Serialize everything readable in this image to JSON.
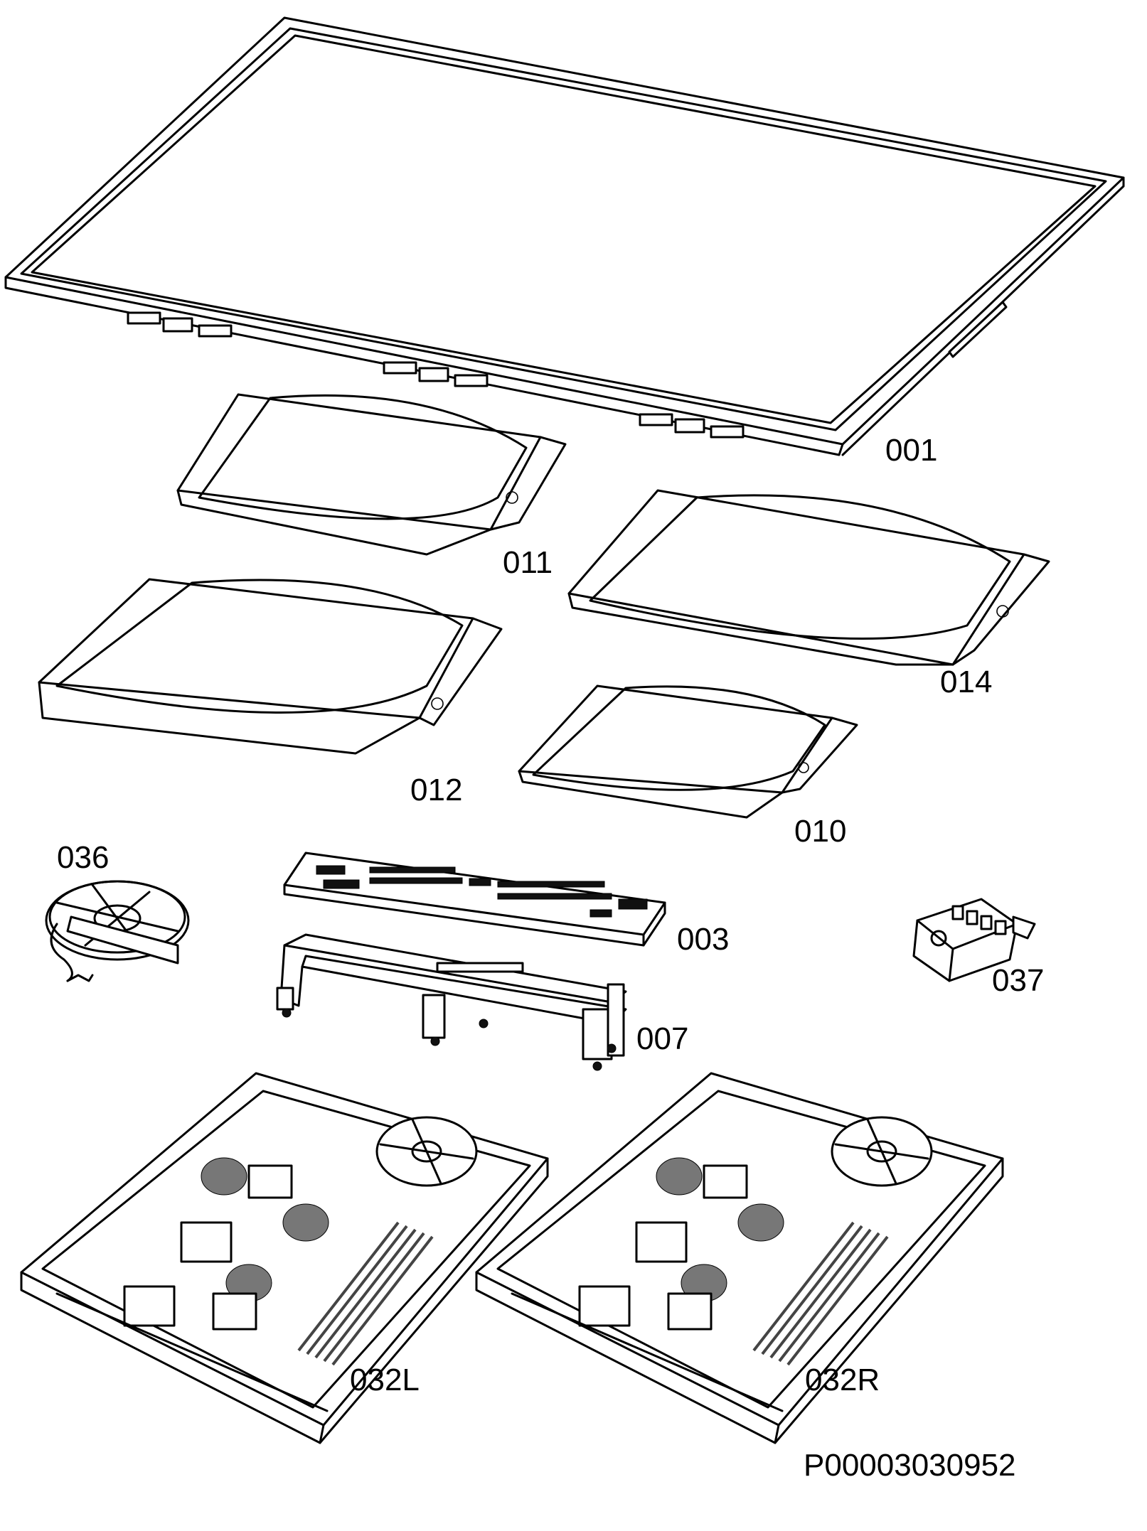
{
  "diagram": {
    "parts": [
      {
        "id": "001",
        "label": "001"
      },
      {
        "id": "011",
        "label": "011"
      },
      {
        "id": "014",
        "label": "014"
      },
      {
        "id": "012",
        "label": "012"
      },
      {
        "id": "010",
        "label": "010"
      },
      {
        "id": "036",
        "label": "036"
      },
      {
        "id": "003",
        "label": "003"
      },
      {
        "id": "037",
        "label": "037"
      },
      {
        "id": "007",
        "label": "007"
      },
      {
        "id": "032L",
        "label": "032L"
      },
      {
        "id": "032R",
        "label": "032R"
      }
    ],
    "document_number": "P00003030952",
    "line_color": "#000000",
    "background_color": "#ffffff"
  }
}
